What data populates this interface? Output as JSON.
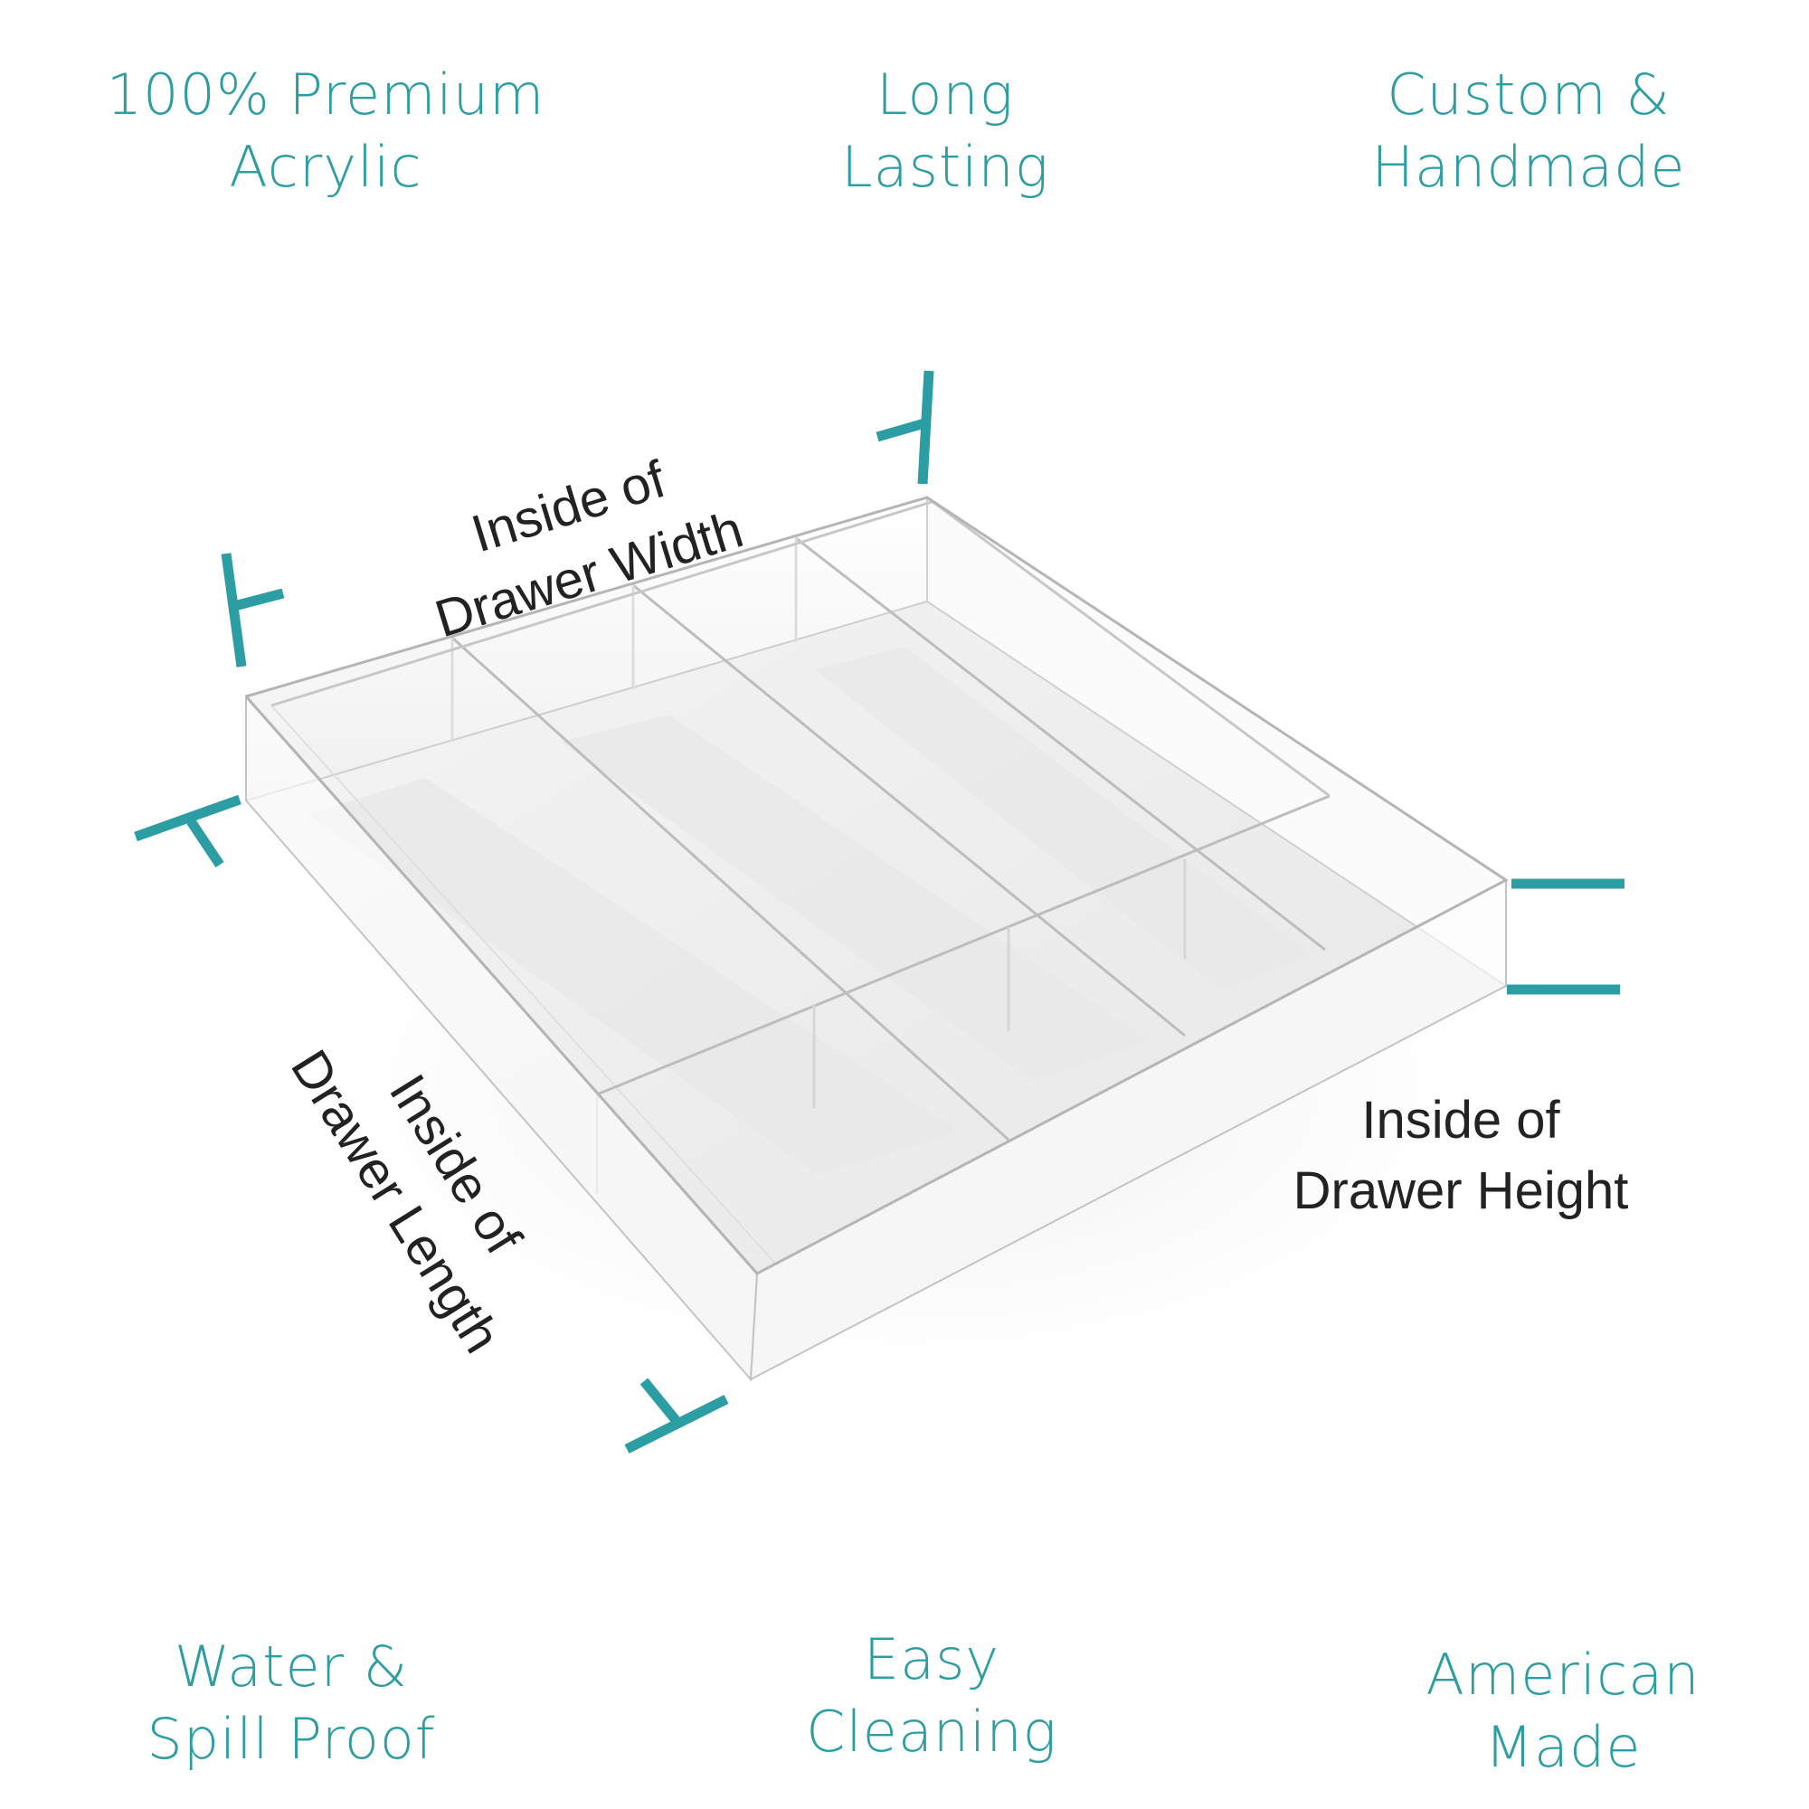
{
  "colors": {
    "accent": "#2c9ea3",
    "label_text": "#222222",
    "background": "#ffffff"
  },
  "features": {
    "top": [
      {
        "line1": "100% Premium",
        "line2": "Acrylic"
      },
      {
        "line1": "Long",
        "line2": "Lasting"
      },
      {
        "line1": "Custom &",
        "line2": "Handmade"
      }
    ],
    "bottom": [
      {
        "line1": "Water &",
        "line2": "Spill Proof"
      },
      {
        "line1": "Easy",
        "line2": "Cleaning"
      },
      {
        "line1": "American",
        "line2": "Made"
      }
    ]
  },
  "product": {
    "name": "acrylic drawer organizer",
    "compartments": 6
  },
  "dimensions": {
    "width": {
      "line1": "Inside of",
      "line2": "Drawer Width"
    },
    "length": {
      "line1": "Inside of",
      "line2": "Drawer Length"
    },
    "height": {
      "line1": "Inside of",
      "line2": "Drawer Height"
    }
  },
  "markers": [
    "width-start-marker",
    "width-end-marker",
    "length-start-marker",
    "length-end-marker",
    "height-top-marker",
    "height-bottom-marker"
  ]
}
